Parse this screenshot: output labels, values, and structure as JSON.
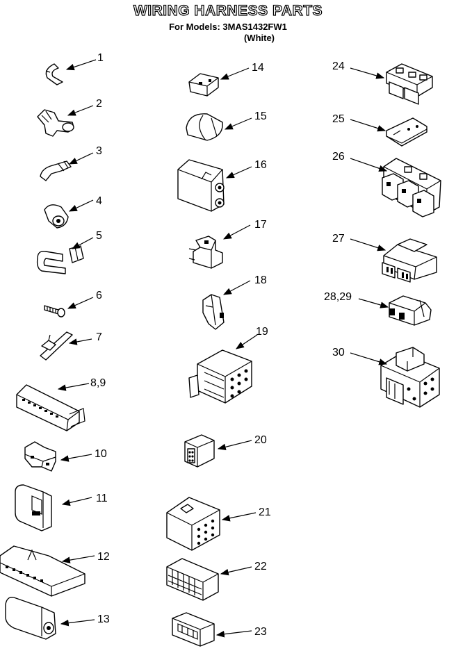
{
  "header": {
    "title": "WIRING HARNESS PARTS",
    "models_line": "For Models: 3MAS1432FW1",
    "color_line": "(White)"
  },
  "callouts": {
    "c1": "1",
    "c2": "2",
    "c3": "3",
    "c4": "4",
    "c5": "5",
    "c6": "6",
    "c7": "7",
    "c8": "8,9",
    "c10": "10",
    "c11": "11",
    "c12": "12",
    "c13": "13",
    "c14": "14",
    "c15": "15",
    "c16": "16",
    "c17": "17",
    "c18": "18",
    "c19": "19",
    "c20": "20",
    "c21": "21",
    "c22": "22",
    "c23": "23",
    "c24": "24",
    "c25": "25",
    "c26": "26",
    "c27": "27",
    "c28": "28,29",
    "c30": "30"
  }
}
